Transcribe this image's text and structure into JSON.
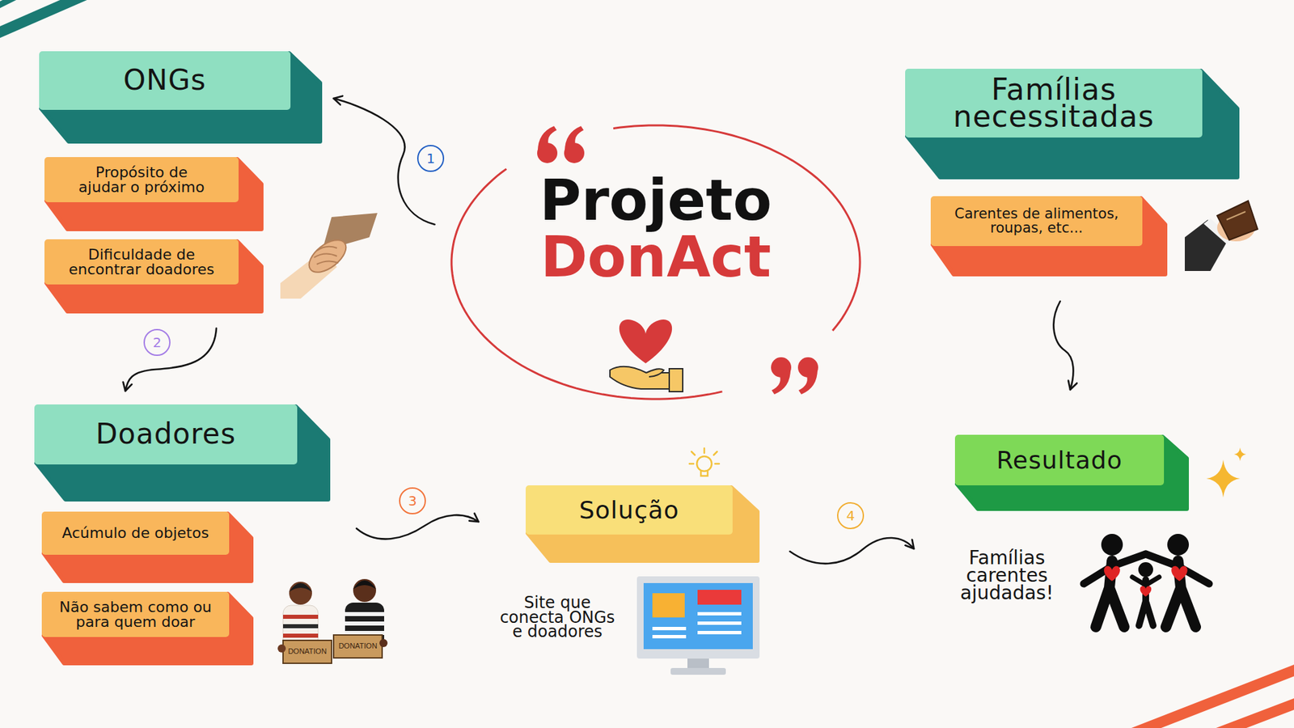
{
  "diagram": {
    "nodes": [
      {
        "text": [
          "ONGs"
        ]
      },
      {
        "text": [
          "Propósito de ajudar o próximo"
        ]
      },
      {
        "text": [
          "Dificuldade de encontrar doadores"
        ]
      },
      {
        "text": [
          "Projeto",
          "DonAct"
        ]
      },
      {
        "text": [
          "Famílias necessitadas"
        ]
      },
      {
        "text": [
          "Carentes de alimentos, roupas, etc..."
        ]
      },
      {
        "text": [
          "Doadores"
        ]
      },
      {
        "text": [
          "Acúmulo de objetos"
        ]
      },
      {
        "text": [
          "Não sabem como ou para quem doar"
        ]
      },
      {
        "text": [
          "Solução"
        ]
      },
      {
        "text": [
          "Resultado"
        ]
      }
    ],
    "edges": [
      {
        "from": 3,
        "to": 0,
        "arrow": "to"
      },
      {
        "from": 2,
        "to": 6,
        "arrow": "to"
      },
      {
        "from": 6,
        "to": 9,
        "arrow": "to"
      },
      {
        "from": 9,
        "to": 10,
        "arrow": "to"
      },
      {
        "from": 5,
        "to": 10,
        "arrow": "to"
      }
    ],
    "labels": [
      "1",
      "2",
      "3",
      "4",
      "Site que conecta ONGs e doadores",
      "Famílias carentes ajudadas!",
      "DONATION",
      "DONATION"
    ]
  }
}
